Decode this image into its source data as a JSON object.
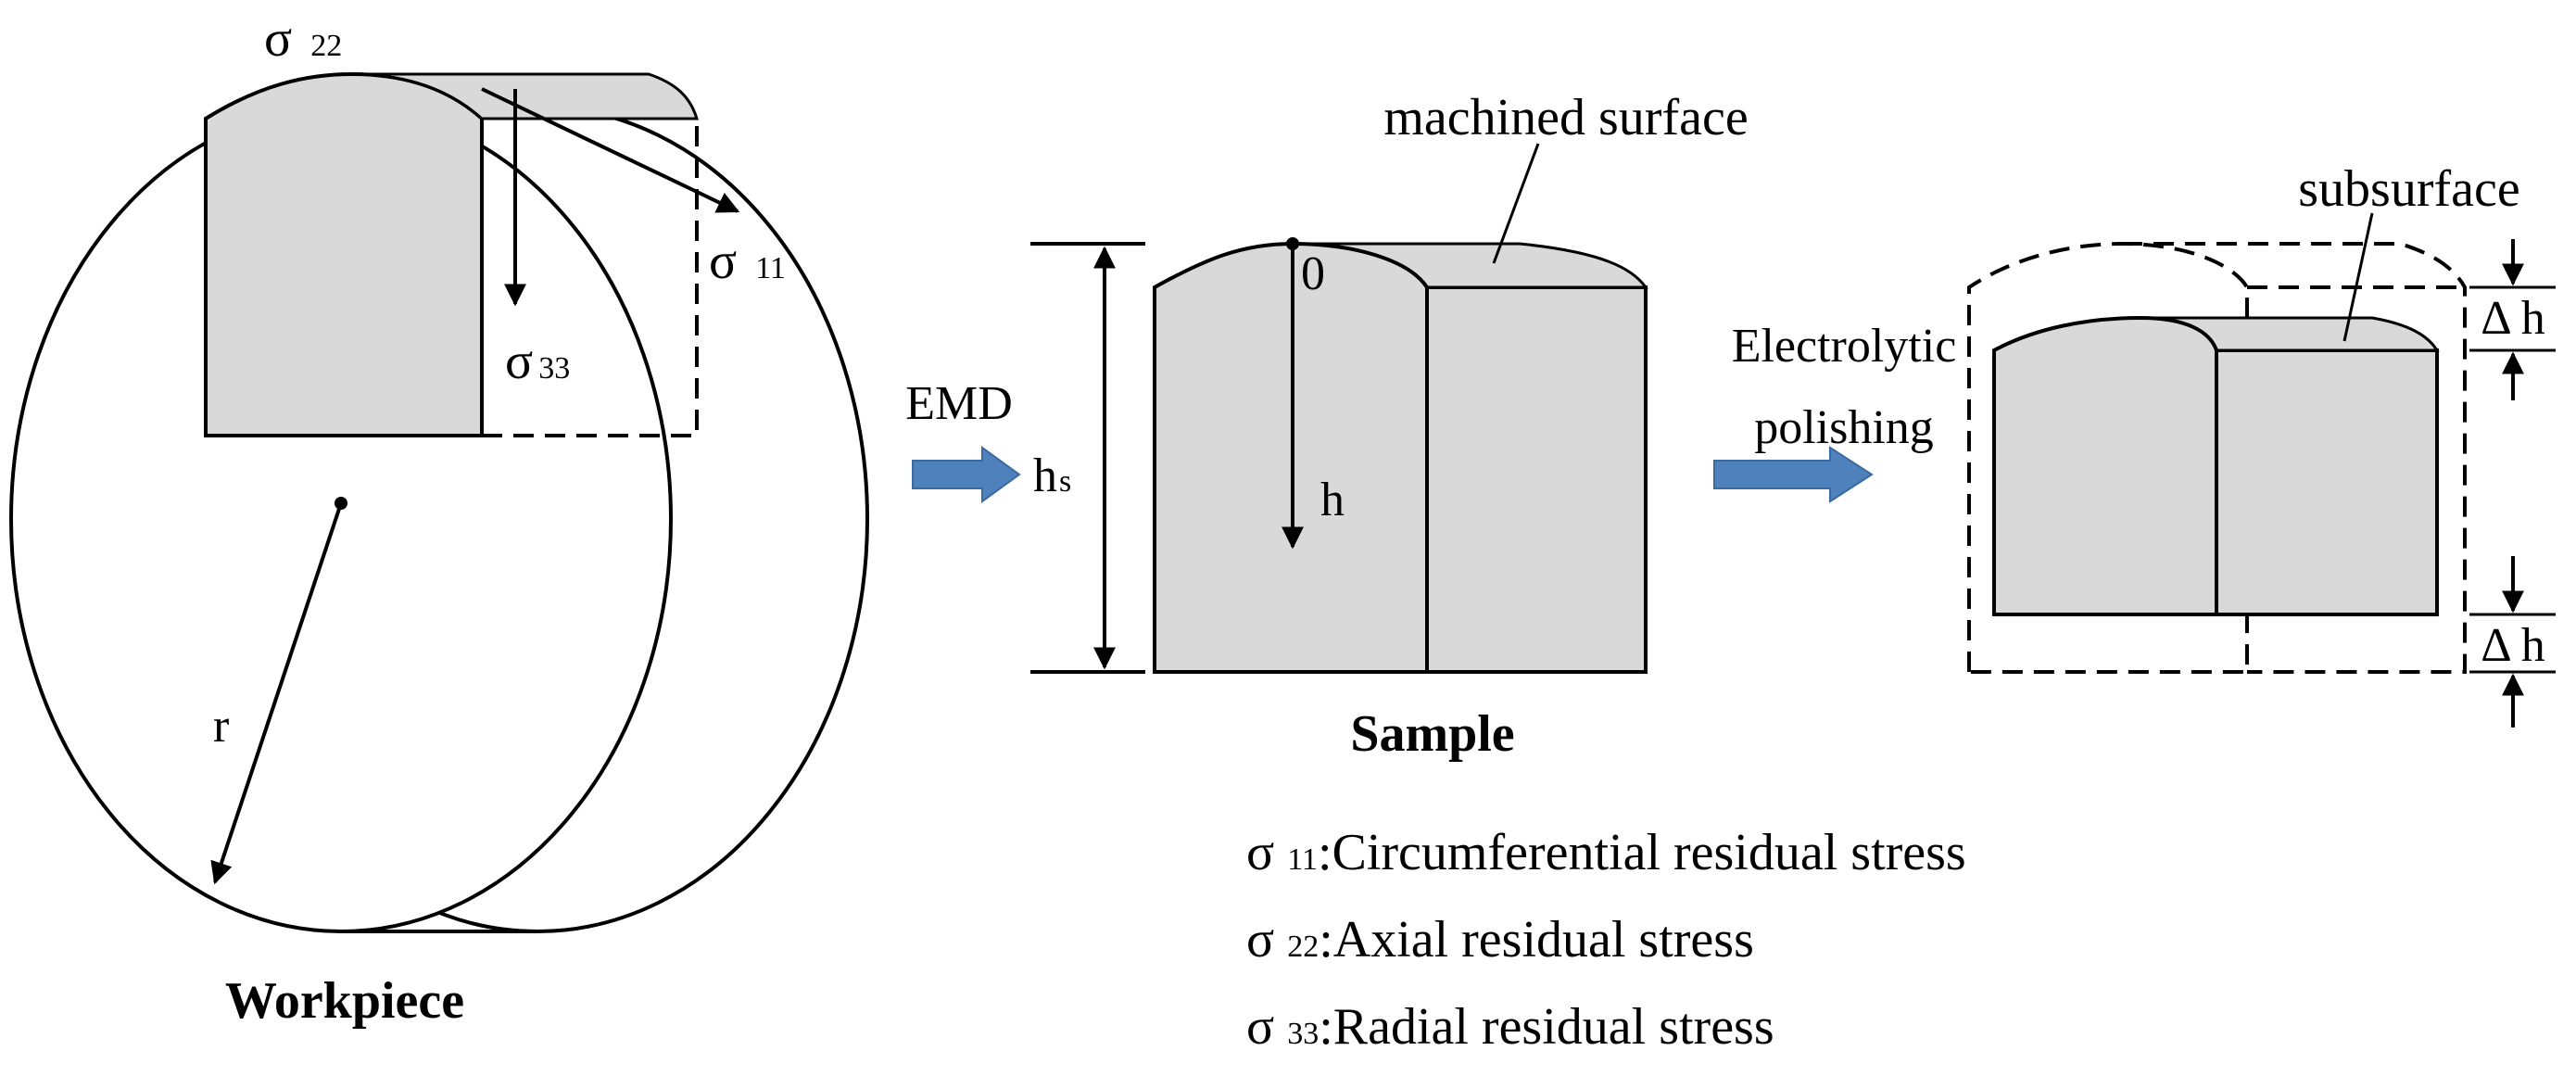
{
  "workpiece": {
    "label": "Workpiece",
    "radius_label": "r",
    "sigma_symbol": "σ",
    "sigma22_sub": "22",
    "sigma11_sub": "11",
    "sigma33_sub": "33"
  },
  "process": {
    "step1": "EMD",
    "step2_line1": "Electrolytic",
    "step2_line2": "polishing",
    "arrow_color": "#4f81bd"
  },
  "sample": {
    "label": "Sample",
    "surface_label": "machined surface",
    "height_main": "h",
    "height_sub": "s",
    "origin": "0",
    "depth": "h",
    "face_color": "#d9d9d9"
  },
  "polished": {
    "subsurface_label": "subsurface",
    "delta_top": "Δ h",
    "delta_bottom": "Δ h"
  },
  "legend": [
    {
      "sub": "11",
      "text": ":Circumferential residual stress"
    },
    {
      "sub": "22",
      "text": ":Axial residual stress"
    },
    {
      "sub": "33",
      "text": ":Radial residual stress"
    }
  ]
}
